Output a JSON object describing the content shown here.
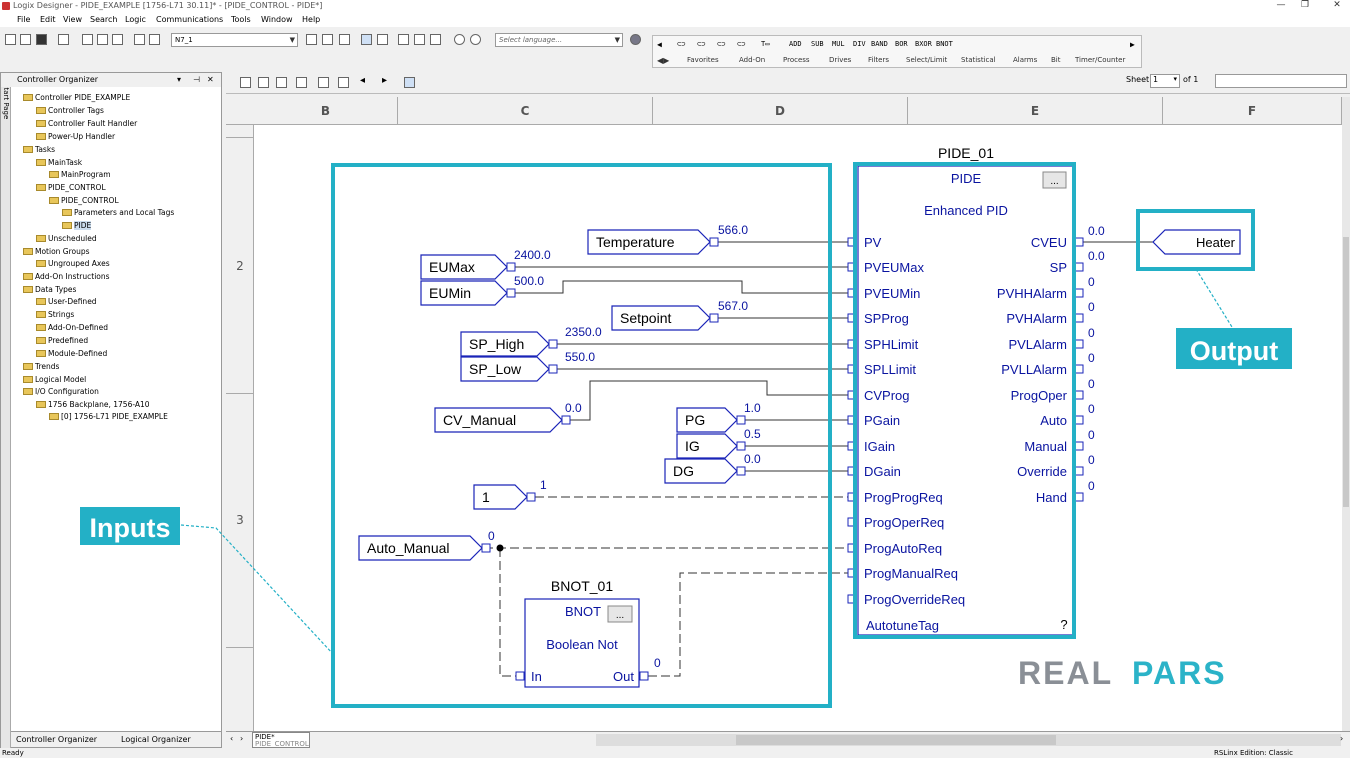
{
  "window": {
    "title": "Logix Designer - PIDE_EXAMPLE [1756-L71 30.11]* - [PIDE_CONTROL - PIDE*]",
    "minimize": "—",
    "restore": "❐",
    "close": "✕"
  },
  "menu": [
    "File",
    "Edit",
    "View",
    "Search",
    "Logic",
    "Communications",
    "Tools",
    "Window",
    "Help"
  ],
  "toolbar": {
    "path_value": "N7_1",
    "language_placeholder": "Select language...",
    "instructions": [
      "ADD",
      "SUB",
      "MUL",
      "DIV",
      "BAND",
      "BOR",
      "BXOR",
      "BNOT"
    ],
    "instr_tabs": [
      "Favorites",
      "Add-On",
      "Process",
      "Drives",
      "Filters",
      "Select/Limit",
      "Statistical",
      "Alarms",
      "Bit",
      "Timer/Counter"
    ]
  },
  "organizer": {
    "title": "Controller Organizer",
    "side_label": "Start Page",
    "items": [
      {
        "label": "Controller PIDE_EXAMPLE",
        "level": 0
      },
      {
        "label": "Controller Tags",
        "level": 1
      },
      {
        "label": "Controller Fault Handler",
        "level": 1
      },
      {
        "label": "Power-Up Handler",
        "level": 1
      },
      {
        "label": "Tasks",
        "level": 0
      },
      {
        "label": "MainTask",
        "level": 1
      },
      {
        "label": "MainProgram",
        "level": 2
      },
      {
        "label": "PIDE_CONTROL",
        "level": 1
      },
      {
        "label": "PIDE_CONTROL",
        "level": 2
      },
      {
        "label": "Parameters and Local Tags",
        "level": 3
      },
      {
        "label": "PIDE",
        "level": 3
      },
      {
        "label": "Unscheduled",
        "level": 1
      },
      {
        "label": "Motion Groups",
        "level": 0
      },
      {
        "label": "Ungrouped Axes",
        "level": 1
      },
      {
        "label": "Add-On Instructions",
        "level": 0
      },
      {
        "label": "Data Types",
        "level": 0
      },
      {
        "label": "User-Defined",
        "level": 1
      },
      {
        "label": "Strings",
        "level": 1
      },
      {
        "label": "Add-On-Defined",
        "level": 1
      },
      {
        "label": "Predefined",
        "level": 1
      },
      {
        "label": "Module-Defined",
        "level": 1
      },
      {
        "label": "Trends",
        "level": 0
      },
      {
        "label": "Logical Model",
        "level": 0
      },
      {
        "label": "I/O Configuration",
        "level": 0
      },
      {
        "label": "1756 Backplane, 1756-A10",
        "level": 1
      },
      {
        "label": "[0] 1756-L71 PIDE_EXAMPLE",
        "level": 2
      }
    ],
    "tabs": [
      "Controller Organizer",
      "Logical Organizer"
    ]
  },
  "sheet": {
    "label": "Sheet",
    "value": "1",
    "of": "of 1"
  },
  "grid": {
    "columns": [
      "B",
      "C",
      "D",
      "E",
      "F"
    ],
    "rows": [
      "2",
      "3"
    ]
  },
  "sheet_tab": {
    "name": "PIDE*",
    "sub": "PIDE_CONTROL"
  },
  "status": {
    "left": "Ready",
    "right": "RSLinx Edition: Classic"
  },
  "pide": {
    "tag": "PIDE_01",
    "type": "PIDE",
    "desc": "Enhanced PID",
    "config_button": "...",
    "inputs": [
      "PV",
      "PVEUMax",
      "PVEUMin",
      "SPProg",
      "SPHLimit",
      "SPLLimit",
      "CVProg",
      "PGain",
      "IGain",
      "DGain",
      "ProgProgReq",
      "ProgOperReq",
      "ProgAutoReq",
      "ProgManualReq",
      "ProgOverrideReq"
    ],
    "outputs": [
      {
        "name": "CVEU",
        "value": "0.0"
      },
      {
        "name": "SP",
        "value": "0.0"
      },
      {
        "name": "PVHHAlarm",
        "value": "0"
      },
      {
        "name": "PVHAlarm",
        "value": "0"
      },
      {
        "name": "PVLAlarm",
        "value": "0"
      },
      {
        "name": "PVLLAlarm",
        "value": "0"
      },
      {
        "name": "ProgOper",
        "value": "0"
      },
      {
        "name": "Auto",
        "value": "0"
      },
      {
        "name": "Manual",
        "value": "0"
      },
      {
        "name": "Override",
        "value": "0"
      },
      {
        "name": "Hand",
        "value": "0"
      }
    ],
    "autotune": "AutotuneTag",
    "help": "?"
  },
  "input_refs": [
    {
      "name": "Temperature",
      "value": "566.0"
    },
    {
      "name": "EUMax",
      "value": "2400.0"
    },
    {
      "name": "EUMin",
      "value": "500.0"
    },
    {
      "name": "Setpoint",
      "value": "567.0"
    },
    {
      "name": "SP_High",
      "value": "2350.0"
    },
    {
      "name": "SP_Low",
      "value": "550.0"
    },
    {
      "name": "CV_Manual",
      "value": "0.0"
    },
    {
      "name": "PG",
      "value": "1.0"
    },
    {
      "name": "IG",
      "value": "0.5"
    },
    {
      "name": "DG",
      "value": "0.0"
    },
    {
      "name": "1",
      "value": "1"
    },
    {
      "name": "Auto_Manual",
      "value": "0"
    }
  ],
  "output_ref": {
    "name": "Heater"
  },
  "bnot": {
    "tag": "BNOT_01",
    "type": "BNOT",
    "desc": "Boolean Not",
    "config_button": "...",
    "in": "In",
    "out": "Out",
    "out_value": "0"
  },
  "annotations": {
    "inputs": "Inputs",
    "output": "Output"
  },
  "brand": {
    "real": "REAL",
    "pars": "PARS",
    "color_real": "#8a8f96",
    "color_pars": "#2bb3c8"
  },
  "colors": {
    "accent": "#23b0c6",
    "block": "#1a24b8",
    "text_blue": "#0a14a0"
  }
}
